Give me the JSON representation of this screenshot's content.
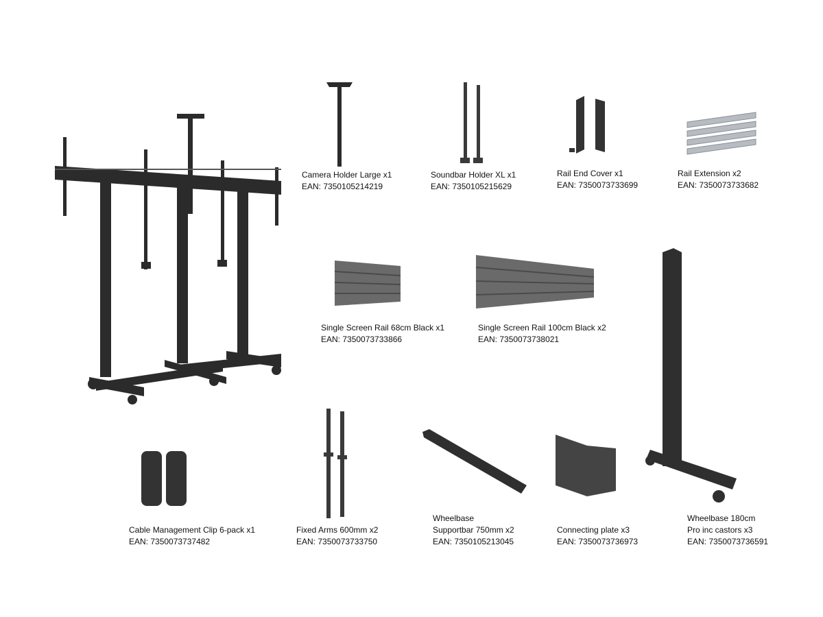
{
  "items": [
    {
      "name": "Camera Holder Large x1",
      "ean": "EAN: 7350105214219"
    },
    {
      "name": "Soundbar Holder XL x1",
      "ean": "EAN: 7350105215629"
    },
    {
      "name": "Rail End Cover x1",
      "ean": "EAN: 7350073733699"
    },
    {
      "name": "Rail Extension x2",
      "ean": "EAN: 7350073733682"
    },
    {
      "name": "Single Screen Rail 68cm Black x1",
      "ean": "EAN: 7350073733866"
    },
    {
      "name": "Single Screen Rail 100cm Black x2",
      "ean": "EAN: 7350073738021"
    },
    {
      "name": "Cable Management Clip 6-pack x1",
      "ean": "EAN: 7350073737482"
    },
    {
      "name": "Fixed Arms 600mm x2",
      "ean": "EAN: 7350073733750"
    },
    {
      "name_line1": "Wheelbase",
      "name_line2": "Supportbar 750mm x2",
      "ean": "EAN: 7350105213045"
    },
    {
      "name": "Connecting plate x3",
      "ean": "EAN: 7350073736973"
    },
    {
      "name_line1": "Wheelbase 180cm",
      "name_line2": "Pro inc castors x3",
      "ean": "EAN: 7350073736591"
    }
  ],
  "colors": {
    "part": "#2b2b2b",
    "part_light": "#555555",
    "rail": "#6a6a6a",
    "steel": "#b7bcc2",
    "caption": "#111111"
  }
}
